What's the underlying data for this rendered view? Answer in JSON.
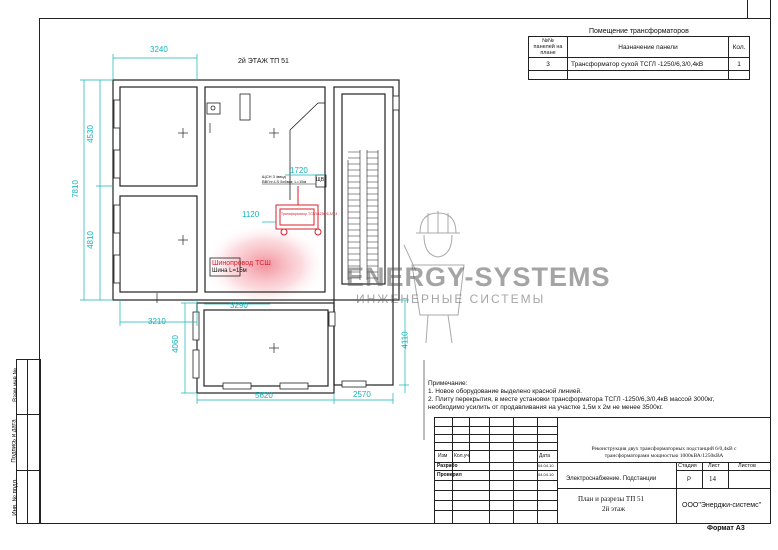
{
  "plan_title": "2й ЭТАЖ ТП 51",
  "dims": {
    "top_width": "3240",
    "left_upper": "4530",
    "left_total": "7810",
    "left_lower": "4810",
    "bottom_left": "3210",
    "mid_bottom": "3290",
    "lower_left": "4060",
    "right_lower": "4110",
    "bottom_total": "5620",
    "bottom_right": "2570",
    "inner_1720": "1720",
    "inner_1120": "1120"
  },
  "equipment_labels": {
    "shield_top": "ЩСН 3 /ввод",
    "shield_sub": "ВВГнг-LS 5х6мм; L=15м",
    "shield_box": "ЩВ",
    "transformer": "Трансформатор ТСГЛ-1250/6,3/0,4",
    "busbar": "Шинопровод ТСШ",
    "cable_note": "Шина L=15м"
  },
  "table": {
    "caption": "Помещение трансформаторов",
    "headers": [
      "№№ панелей на плане",
      "Назначение панели",
      "Кол."
    ],
    "rows": [
      {
        "num": "3",
        "purpose": "Трансформатор сухой ТСГЛ -1250/6,3/0,4кВ",
        "qty": "1"
      }
    ]
  },
  "watermark": {
    "brand": "ENERGY-SYSTEMS",
    "tagline": "ИНЖЕНЕРНЫЕ СИСТЕМЫ"
  },
  "notes": {
    "title": "Примечание:",
    "items": [
      "1. Новое оборудование выделено красной линией.",
      "2. Плиту перекрытия, в месте установки трансформатора ТСГЛ -1250/6,3/0,4кВ массой 3000кг,",
      "необходимо усилить  от продавливания на участке 1,5м х 2м не менее 3500кг."
    ]
  },
  "title_block": {
    "project": "Реконструкция двух трансформаторных подстанций 6/0,4кВ с трансформаторами мощностью 1000кВА/1250кВА",
    "section": "Электроснабжение. Подстанции",
    "sheet_title_1": "План и разрезы ТП 51",
    "sheet_title_2": "2й этаж",
    "stage_label": "Стадия",
    "sheet_label": "Лист",
    "sheets_label": "Листов",
    "stage": "Р",
    "sheet_num": "14",
    "company": "ООО\"Энерджи-системс\"",
    "col_izm": "Изм",
    "col_kol": "Кол.уч",
    "col_date": "Дата",
    "dev_label": "Разрабо",
    "check_label": "Проверил",
    "dev_date": "04.04.10",
    "check_date": "04.04.10"
  },
  "side_stamp": [
    "Взам.инв №",
    "Подпись и дата",
    "Инв. № подл."
  ],
  "format_label": "Формат А3"
}
